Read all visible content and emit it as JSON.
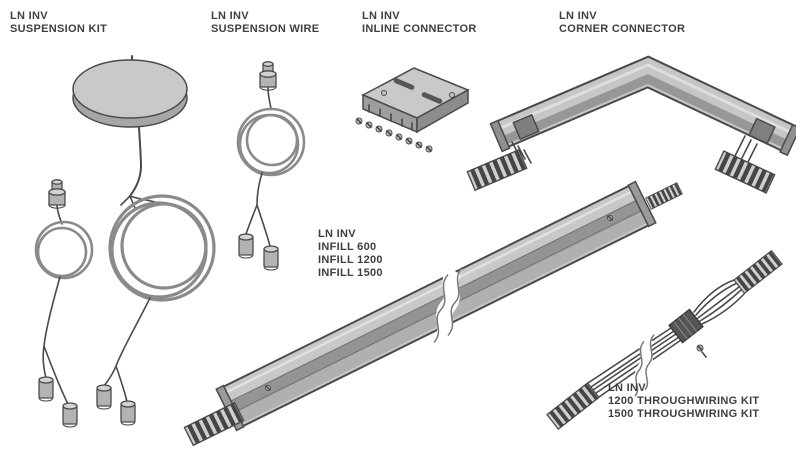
{
  "products": [
    {
      "id": "suspension-kit",
      "lines": [
        "LN INV",
        "SUSPENSION KIT"
      ]
    },
    {
      "id": "suspension-wire",
      "lines": [
        "LN INV",
        "SUSPENSION WIRE"
      ]
    },
    {
      "id": "inline-connector",
      "lines": [
        "LN INV",
        "INLINE CONNECTOR"
      ]
    },
    {
      "id": "corner-connector",
      "lines": [
        "LN INV",
        "CORNER CONNECTOR"
      ]
    },
    {
      "id": "infill",
      "lines": [
        "LN INV",
        "INFILL 600",
        "INFILL 1200",
        "INFILL 1500"
      ]
    },
    {
      "id": "throughwiring-kit",
      "lines": [
        "LN INV",
        "1200 THROUGHWIRING KIT",
        "1500 THROUGHWIRING KIT"
      ]
    }
  ],
  "colors": {
    "background": "#ffffff",
    "label_text": "#3f3f3f",
    "outline": "#4a4a4a",
    "fill_light": "#cfcfcf",
    "fill_mid": "#b3b3b3",
    "fill_dark": "#8f8f8f",
    "coil_gray": "#8a8a8a"
  }
}
